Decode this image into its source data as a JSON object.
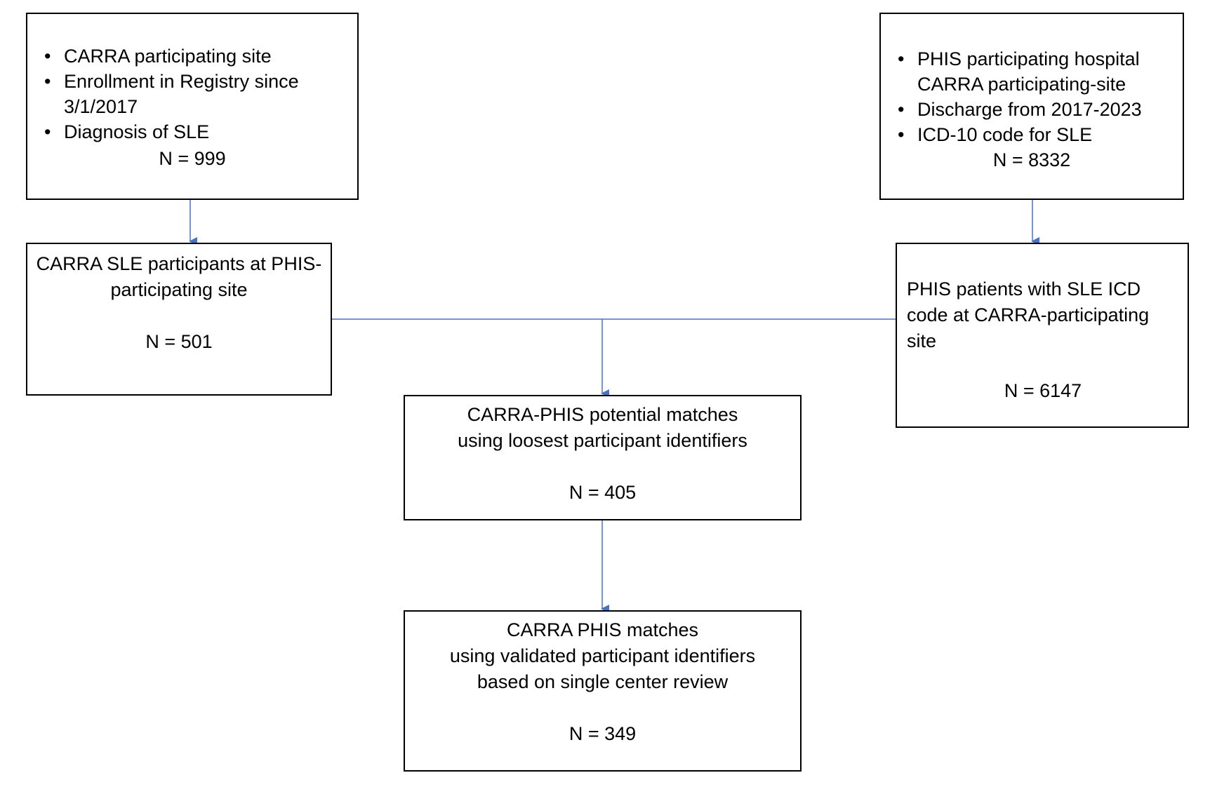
{
  "boxes": {
    "registry": {
      "bullets": [
        "CARRA participating site",
        "Enrollment in Registry since 3/1/2017",
        "Diagnosis of SLE"
      ],
      "count": "N = 999"
    },
    "phis": {
      "bullets": [
        "PHIS participating hospital CARRA participating-site",
        "Discharge from 2017-2023",
        "ICD-10 code for SLE"
      ],
      "count": "N = 8332"
    },
    "carra_sle": {
      "title": "CARRA SLE participants at PHIS-participating site",
      "count": "N = 501"
    },
    "phis_sle": {
      "title": "PHIS patients with SLE ICD code at CARRA-participating site",
      "count": "N = 6147"
    },
    "potential": {
      "line1": "CARRA-PHIS potential matches",
      "line2": "using loosest participant identifiers",
      "count": "N = 405"
    },
    "validated": {
      "line1": "CARRA PHIS matches",
      "line2": "using validated participant identifiers",
      "line3": "based on single center review",
      "count": "N = 349"
    }
  },
  "colors": {
    "connector": "#4a72c4",
    "border": "#000000"
  }
}
